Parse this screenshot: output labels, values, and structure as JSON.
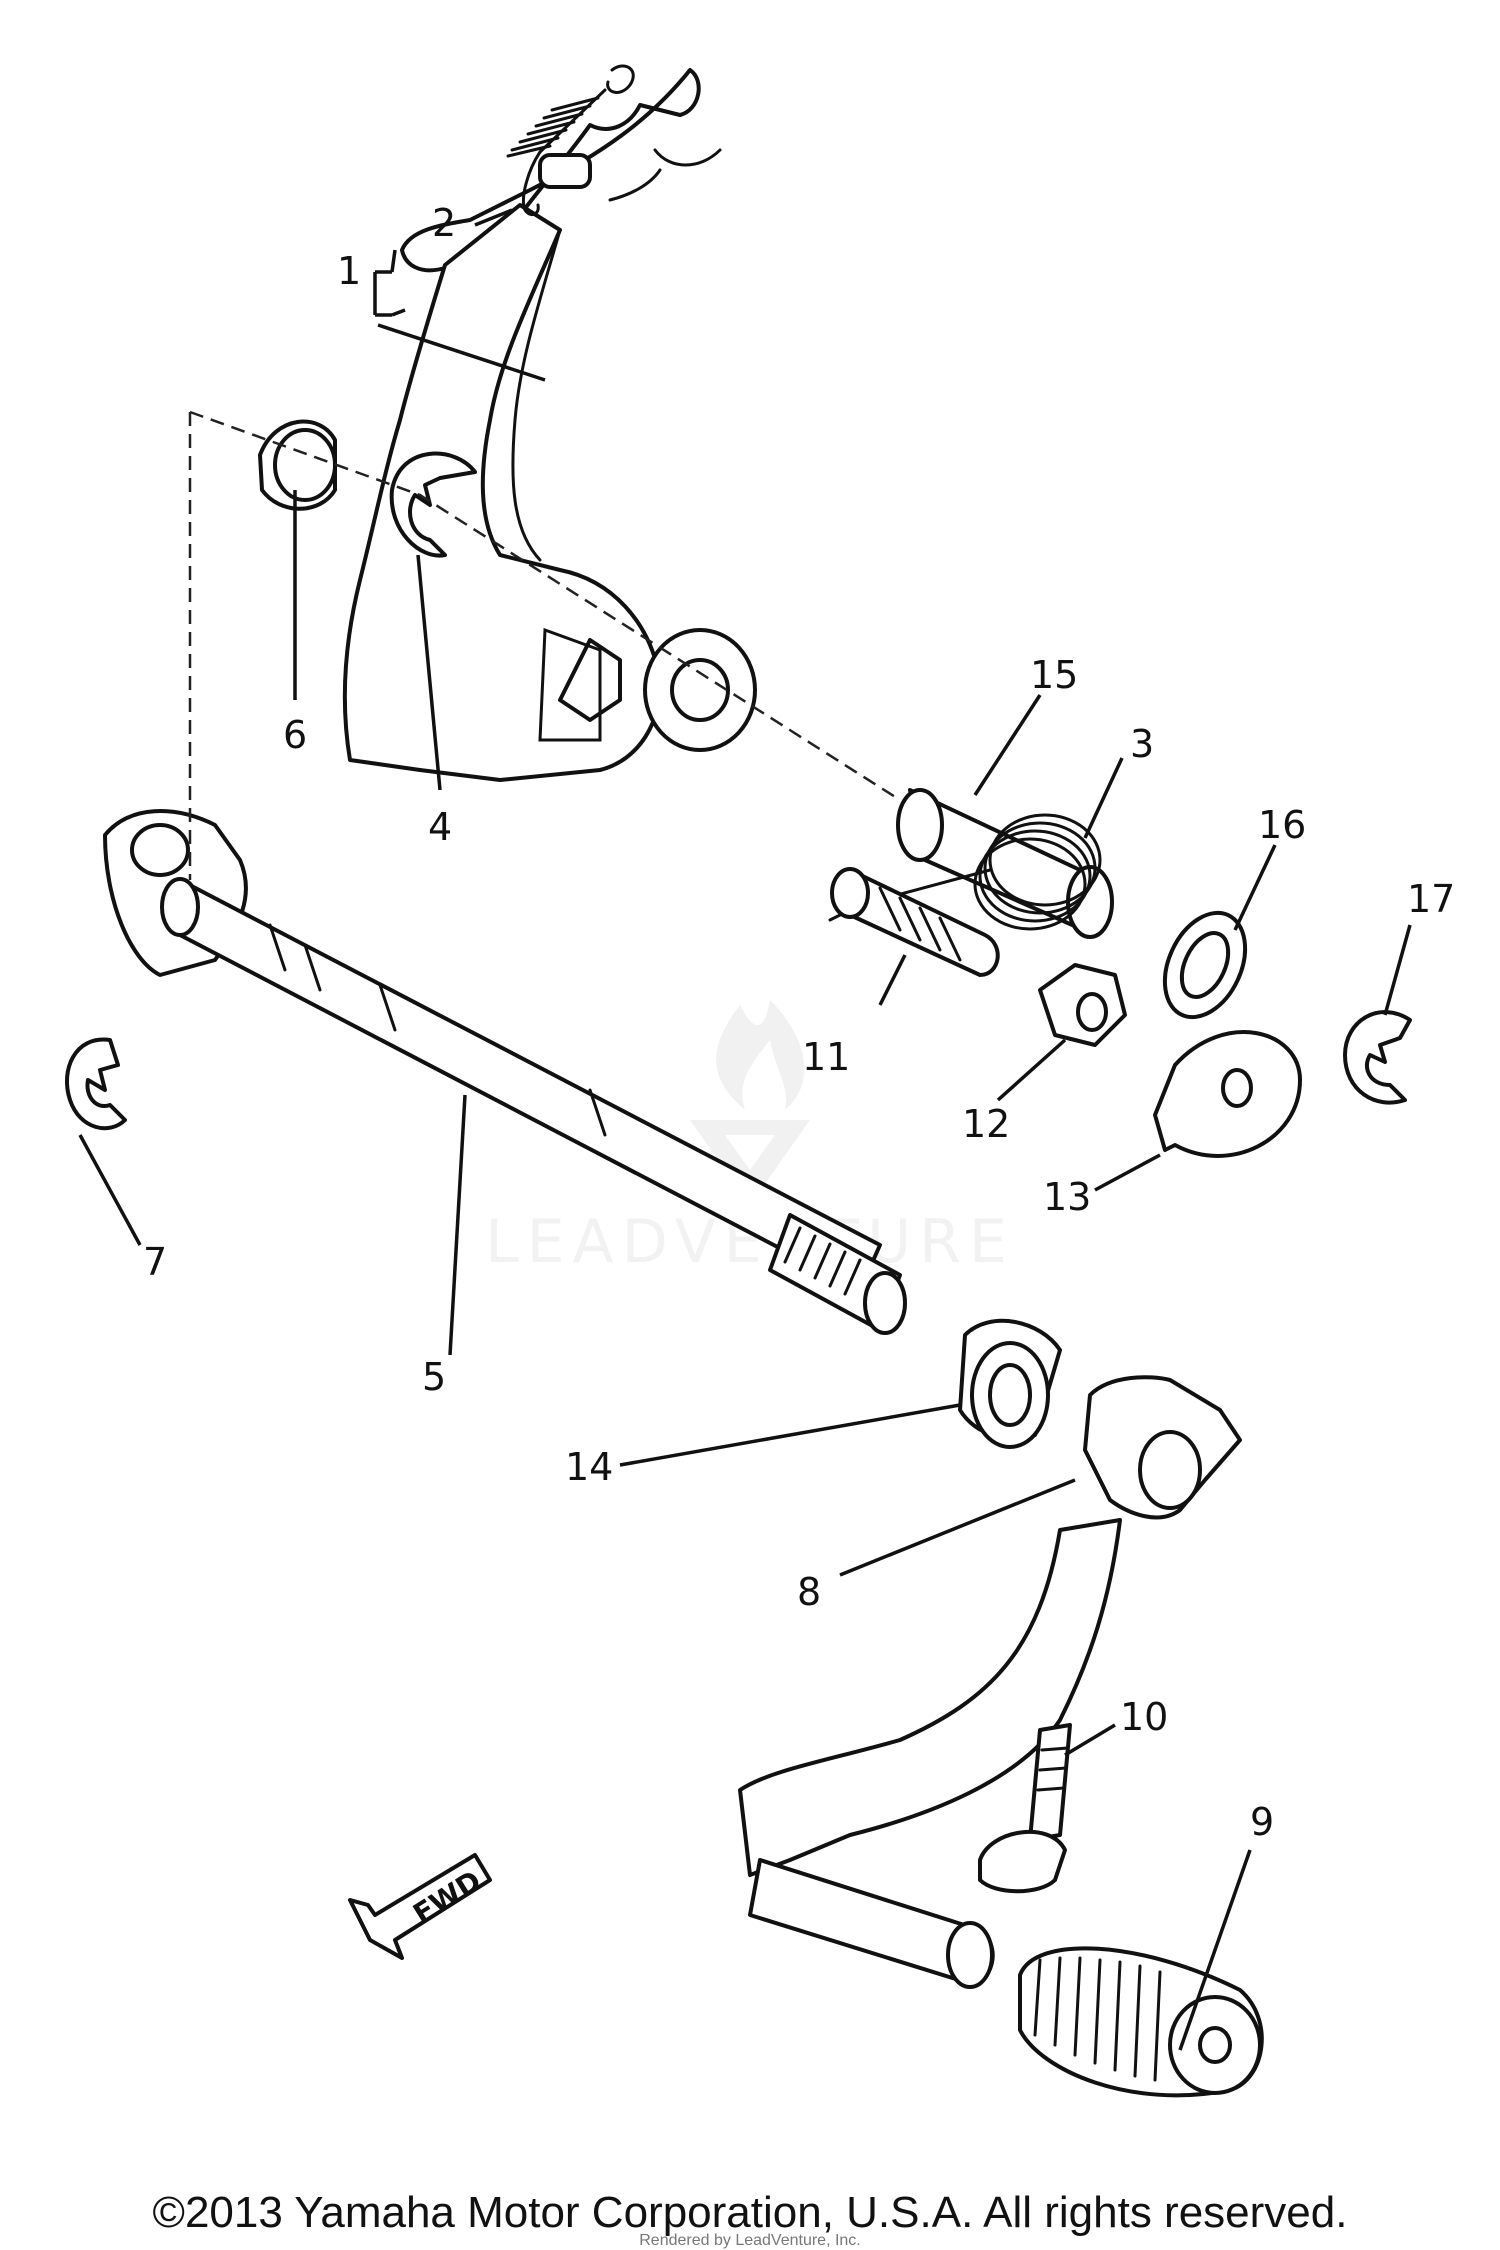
{
  "callouts": {
    "c1": "1",
    "c2": "2",
    "c3": "3",
    "c4": "4",
    "c5": "5",
    "c6": "6",
    "c7": "7",
    "c8": "8",
    "c9": "9",
    "c10": "10",
    "c11": "11",
    "c12": "12",
    "c13": "13",
    "c14": "14",
    "c15": "15",
    "c16": "16",
    "c17": "17"
  },
  "direction_label": "FWD",
  "watermark": {
    "brand": "LEADVENTURE",
    "rendered_by": "Rendered by LeadVenture, Inc."
  },
  "copyright": "©2013 Yamaha Motor Corporation, U.S.A. All rights reserved.",
  "colors": {
    "ink": "#111111",
    "background": "#ffffff",
    "watermark": "#e6e6e6"
  }
}
